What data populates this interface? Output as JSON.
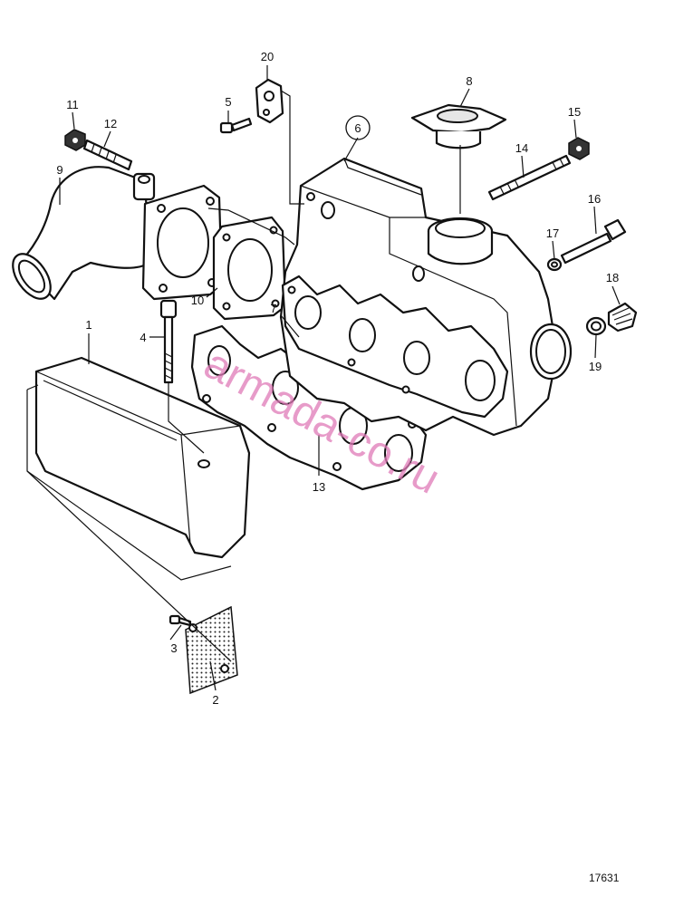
{
  "drawing_number": "17631",
  "watermark": "armada-co.ru",
  "callouts": [
    "1",
    "2",
    "3",
    "4",
    "5",
    "6",
    "7",
    "8",
    "9",
    "10",
    "11",
    "12",
    "13",
    "14",
    "15",
    "16",
    "17",
    "18",
    "19",
    "20"
  ]
}
